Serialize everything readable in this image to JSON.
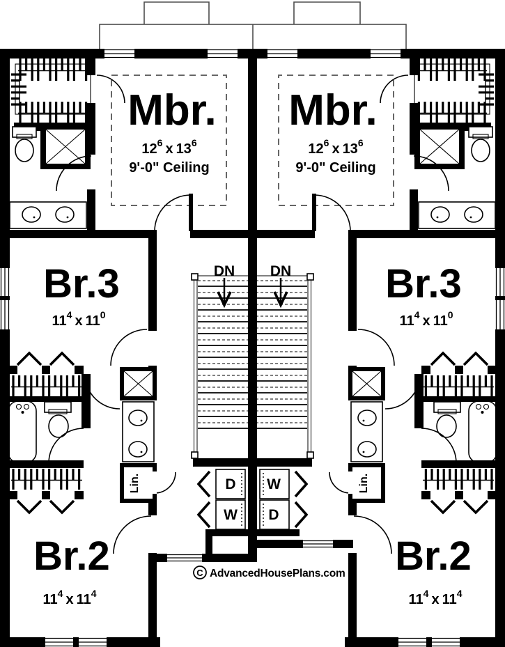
{
  "colors": {
    "wall_color": "#000000",
    "floor_color": "#ffffff",
    "thin_line_color": "#4d4d4d"
  },
  "rooms": {
    "master": {
      "name": "Mbr.",
      "width_ft": "12",
      "width_in": "6",
      "separator": "x",
      "depth_ft": "13",
      "depth_in": "6",
      "ceiling": "9'-0\" Ceiling"
    },
    "bedroom3": {
      "name": "Br.3",
      "width_ft": "11",
      "width_in": "4",
      "separator": "x",
      "depth_ft": "11",
      "depth_in": "0"
    },
    "bedroom2": {
      "name": "Br.2",
      "width_ft": "11",
      "width_in": "4",
      "separator": "x",
      "depth_ft": "11",
      "depth_in": "4"
    }
  },
  "labels": {
    "stairs_down": "DN",
    "linen": "Lin.",
    "washer": "W",
    "dryer": "D"
  },
  "watermark": {
    "copyright": "C",
    "text": "AdvancedHousePlans.com"
  }
}
